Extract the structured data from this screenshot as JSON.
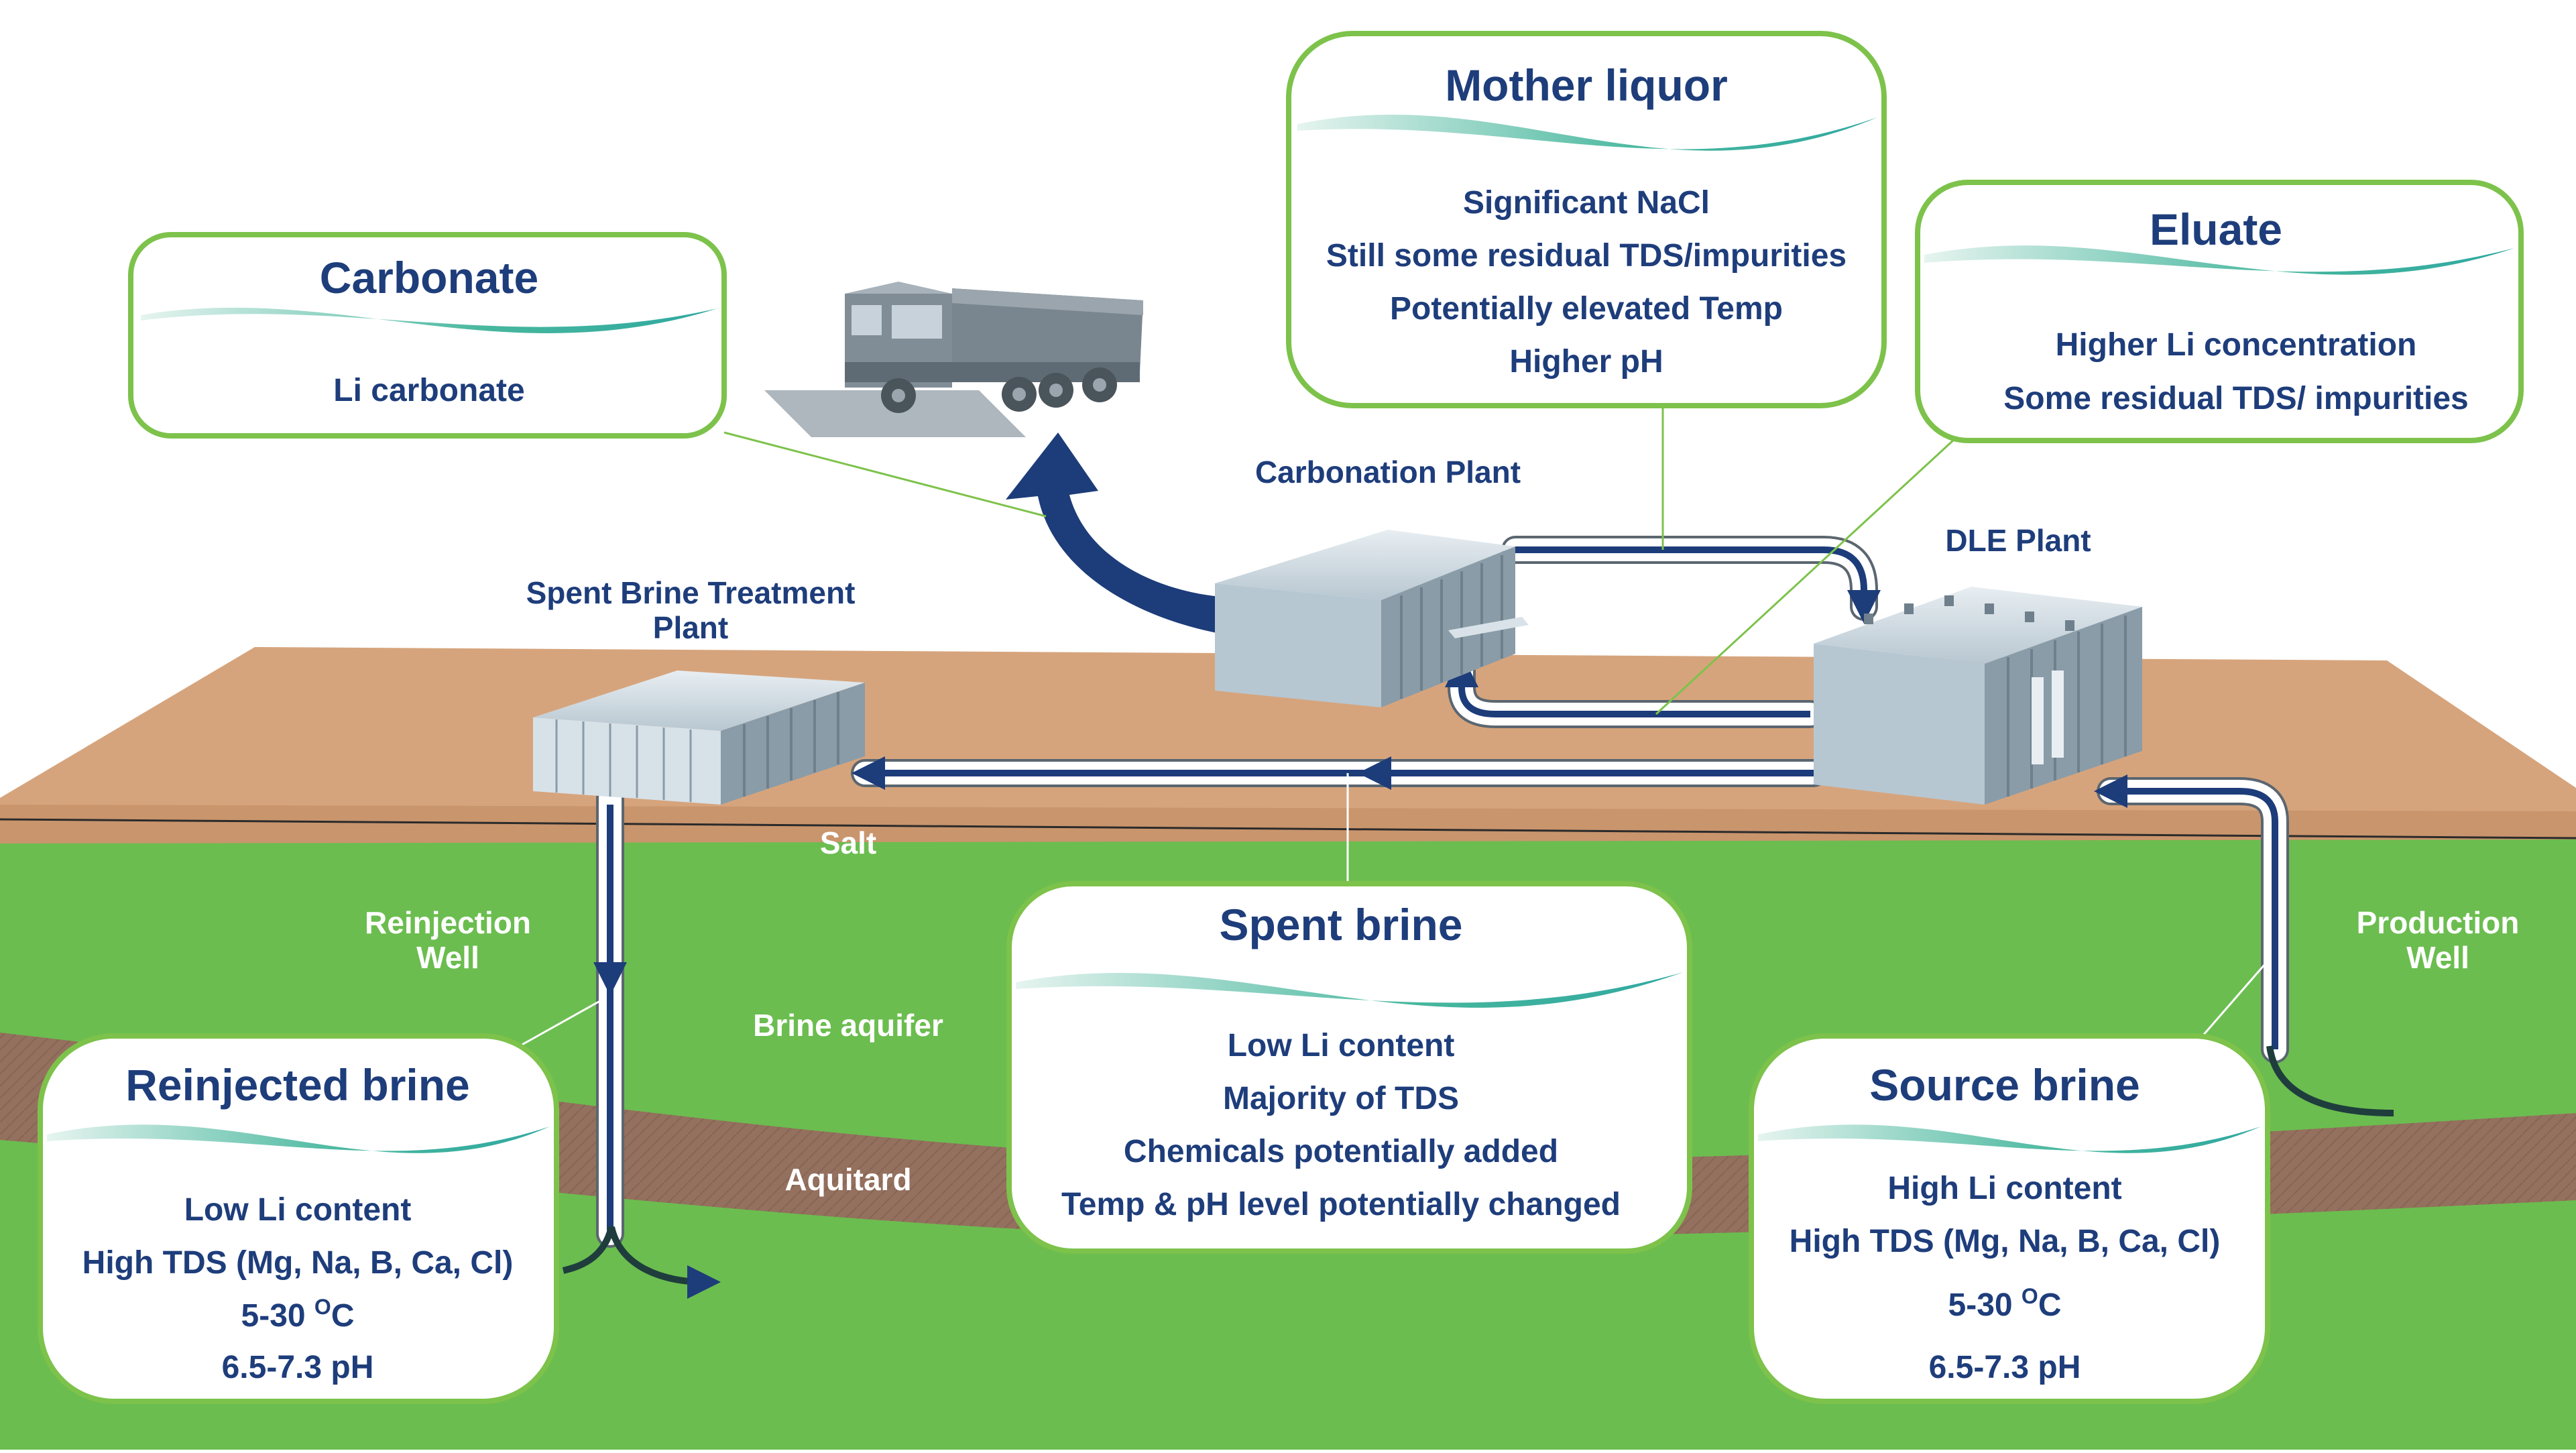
{
  "colors": {
    "ground_green": "#6bbd4f",
    "soil_tan": "#d6a47c",
    "aquitard_brown": "#94705e",
    "box_border": "#7dc24b",
    "title_navy": "#1e3d7b",
    "pipe_blue": "#1d3c7a",
    "plant_grey": "#a3b6c4"
  },
  "boxes": {
    "carbonate": {
      "title": "Carbonate",
      "lines": [
        "Li carbonate"
      ]
    },
    "mother_liquor": {
      "title": "Mother liquor",
      "lines": [
        "Significant NaCl",
        "Still some residual TDS/impurities",
        "Potentially elevated Temp",
        "Higher pH"
      ]
    },
    "eluate": {
      "title": "Eluate",
      "lines": [
        "Higher Li concentration",
        "Some residual TDS/ impurities"
      ]
    },
    "spent_brine": {
      "title": "Spent brine",
      "lines": [
        "Low Li content",
        "Majority of TDS",
        "Chemicals potentially added",
        "Temp & pH level potentially changed"
      ]
    },
    "reinjected_brine": {
      "title": "Reinjected brine",
      "lines": [
        "Low Li content",
        "High TDS (Mg, Na, B, Ca, Cl)",
        "5-30 ",
        "O",
        "C",
        "6.5-7.3 pH"
      ]
    },
    "source_brine": {
      "title": "Source brine",
      "lines": [
        "High Li content",
        "High TDS (Mg, Na, B, Ca, Cl)",
        "5-30 ",
        "O",
        "C",
        "6.5-7.3 pH"
      ]
    }
  },
  "plants": {
    "carbonation": "Carbonation Plant",
    "dle": "DLE Plant",
    "spent_treatment_line1": "Spent Brine Treatment",
    "spent_treatment_line2": "Plant"
  },
  "labels": {
    "salt": "Salt",
    "reinjection_well_line1": "Reinjection",
    "reinjection_well_line2": "Well",
    "production_well_line1": "Production",
    "production_well_line2": "Well",
    "brine_aquifer": "Brine aquifer",
    "aquitard": "Aquitard"
  },
  "icons": {
    "truck": "dump-truck-icon",
    "carbonation_plant": "warehouse-icon",
    "dle_plant": "industrial-container-icon",
    "treatment_plant": "greenhouse-plant-icon"
  }
}
